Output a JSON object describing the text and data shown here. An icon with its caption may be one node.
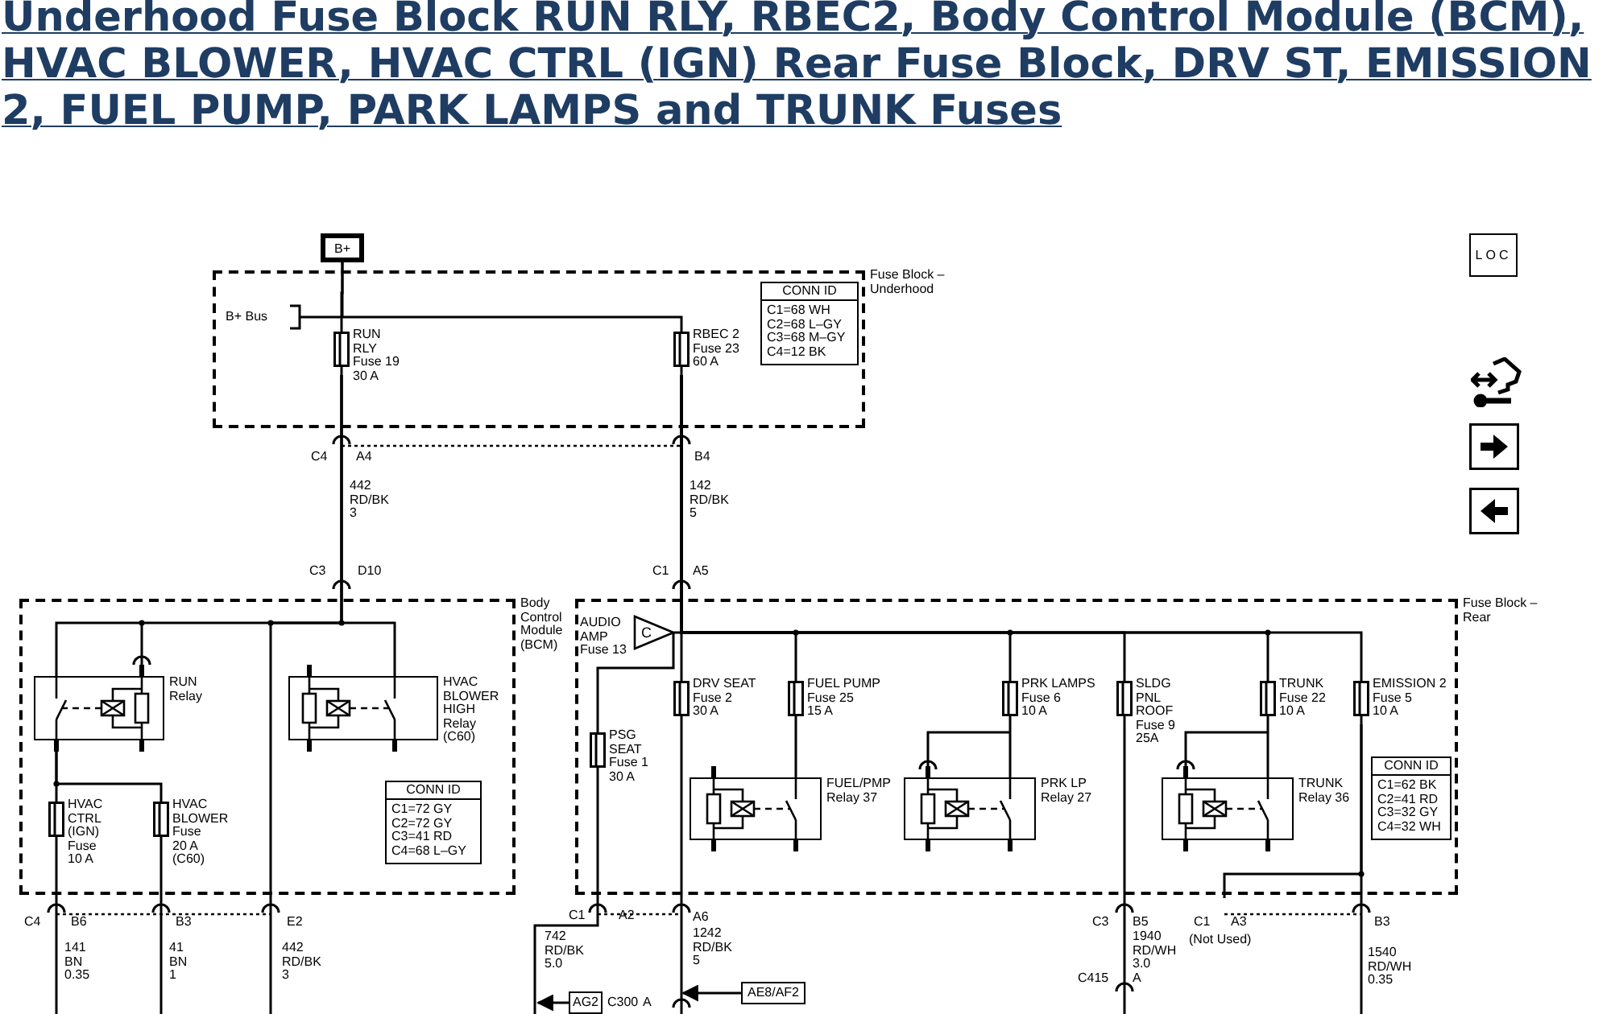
{
  "diagram": {
    "title": "Underhood Fuse Block RUN RLY, RBEC2, Body Control Module (BCM), HVAC BLOWER, HVAC CTRL (IGN) Rear Fuse Block, DRV ST, EMISSION 2, FUEL PUMP, PARK LAMPS and TRUNK Fuses",
    "nodes": [
      {
        "text": [
          "Fuse Block – Underhood"
        ]
      },
      {
        "text": [
          "B+"
        ]
      },
      {
        "text": [
          "RUN RLY",
          "Fuse 19",
          "30 A"
        ],
        "in": 0
      },
      {
        "text": [
          "RBEC 2",
          "Fuse 23",
          "60 A"
        ],
        "in": 0
      },
      {
        "text": [
          "CONN ID",
          "C1=68 WH",
          "C2=68 L–GY",
          "C3=68 M–GY",
          "C4=12 BK"
        ],
        "in": 0
      },
      {
        "text": [
          "Body Control Module (BCM)"
        ]
      },
      {
        "text": [
          "RUN Relay"
        ],
        "in": 5
      },
      {
        "text": [
          "HVAC BLOWER HIGH Relay (C60)"
        ],
        "in": 5
      },
      {
        "text": [
          "HVAC CTRL (IGN)",
          "Fuse",
          "10 A"
        ],
        "in": 5
      },
      {
        "text": [
          "HVAC BLOWER",
          "Fuse",
          "20 A",
          "(C60)"
        ],
        "in": 5
      },
      {
        "text": [
          "CONN ID",
          "C1=72 GY",
          "C2=72 GY",
          "C3=41 RD",
          "C4=68 L–GY"
        ],
        "in": 5
      },
      {
        "text": [
          "Fuse Block – Rear"
        ]
      },
      {
        "text": [
          "C"
        ],
        "beside": [
          "AUDIO AMP",
          "Fuse 13"
        ],
        "in": 11
      },
      {
        "text": [
          "DRV SEAT",
          "Fuse 2",
          "30 A"
        ],
        "in": 11
      },
      {
        "text": [
          "FUEL PUMP",
          "Fuse 25",
          "15 A"
        ],
        "in": 11
      },
      {
        "text": [
          "PRK LAMPS",
          "Fuse 6",
          "10 A"
        ],
        "in": 11
      },
      {
        "text": [
          "SLDG PNL ROOF",
          "Fuse 9",
          "25A"
        ],
        "in": 11
      },
      {
        "text": [
          "TRUNK",
          "Fuse 22",
          "10 A"
        ],
        "in": 11
      },
      {
        "text": [
          "EMISSION 2",
          "Fuse 5",
          "10 A"
        ],
        "in": 11
      },
      {
        "text": [
          "PSG SEAT",
          "Fuse 1",
          "30 A"
        ],
        "in": 11
      },
      {
        "text": [
          "FUEL/PMP Relay 37"
        ],
        "in": 11
      },
      {
        "text": [
          "PRK LP Relay 27"
        ],
        "in": 11
      },
      {
        "text": [
          "TRUNK Relay 36"
        ],
        "in": 11
      },
      {
        "text": [
          "CONN ID",
          "C1=62 BK",
          "C2=41 RD",
          "C3=32 GY",
          "C4=32 WH"
        ],
        "in": 11
      },
      {
        "text": [
          "AE8/AF2"
        ]
      },
      {
        "text": [
          "AG2"
        ]
      },
      {
        "text": [
          "LOC"
        ]
      }
    ],
    "edges": [
      {
        "from": 1,
        "to": 2,
        "arrow": "none"
      },
      {
        "from": 1,
        "to": 3,
        "arrow": "none"
      },
      {
        "from": 2,
        "to": 6,
        "arrow": "none"
      },
      {
        "from": 2,
        "to": 7,
        "arrow": "none"
      },
      {
        "from": 2,
        "to": null,
        "arrow": "none"
      },
      {
        "from": 6,
        "to": 8,
        "arrow": "none"
      },
      {
        "from": 6,
        "to": 9,
        "arrow": "none"
      },
      {
        "from": 8,
        "to": null,
        "arrow": "none"
      },
      {
        "from": 9,
        "to": null,
        "arrow": "none"
      },
      {
        "from": 3,
        "to": 12,
        "arrow": "none"
      },
      {
        "from": 3,
        "to": 13,
        "arrow": "none"
      },
      {
        "from": 3,
        "to": 14,
        "arrow": "none"
      },
      {
        "from": 3,
        "to": 15,
        "arrow": "none"
      },
      {
        "from": 3,
        "to": 16,
        "arrow": "none"
      },
      {
        "from": 3,
        "to": 17,
        "arrow": "none"
      },
      {
        "from": 3,
        "to": 18,
        "arrow": "none"
      },
      {
        "from": 12,
        "to": 19,
        "arrow": "none"
      },
      {
        "from": 13,
        "to": null,
        "arrow": "none"
      },
      {
        "from": 14,
        "to": 20,
        "arrow": "none"
      },
      {
        "from": 15,
        "to": 21,
        "arrow": "none"
      },
      {
        "from": 17,
        "to": 22,
        "arrow": "none"
      },
      {
        "from": 16,
        "to": null,
        "arrow": "none"
      },
      {
        "from": 18,
        "to": null,
        "arrow": "none"
      },
      {
        "from": 19,
        "to": null,
        "arrow": "none"
      },
      {
        "from": 24,
        "to": null,
        "arrow": "to"
      },
      {
        "from": 25,
        "to": null,
        "arrow": "to"
      },
      {
        "from": 18,
        "to": null,
        "arrow": "none"
      }
    ],
    "labels": [
      "B+ Bus",
      "C4",
      "A4",
      "B4",
      "442 RD/BK 3",
      "142 RD/BK 5",
      "C3",
      "D10",
      "C1",
      "A5",
      "C4",
      "B6",
      "B3",
      "E2",
      "141 BN 0.35",
      "41 BN 1",
      "442 RD/BK 3",
      "C1",
      "A2",
      "A6",
      "742 RD/BK 5.0",
      "1242 RD/BK 5",
      "C300",
      "A",
      "C3",
      "B5",
      "C1",
      "A3",
      "(Not Used)",
      "B3",
      "1940 RD/WH 3.0",
      "C415",
      "A",
      "1540 RD/WH 0.35"
    ]
  }
}
